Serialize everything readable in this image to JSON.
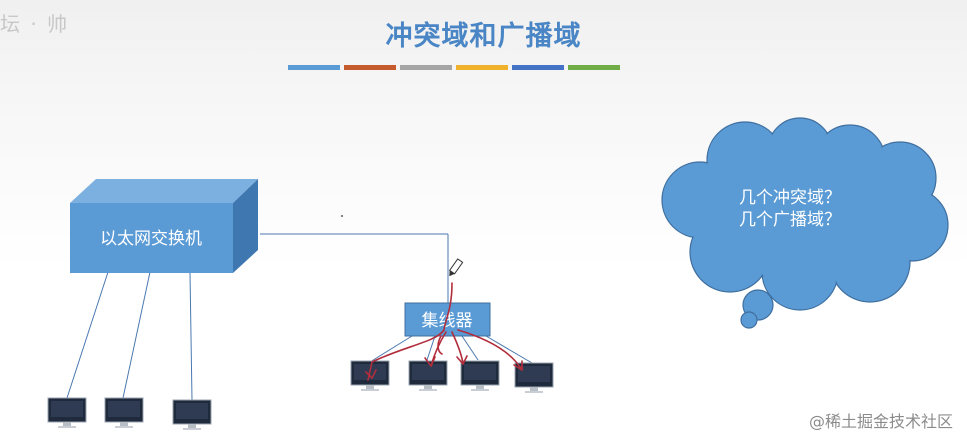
{
  "slide": {
    "title": "冲突域和广播域",
    "watermark_top_left": "坛 · 帅",
    "watermark_bottom_right": "@稀土掘金技术社区",
    "accent_colors": [
      "#5b9bd5",
      "#c55a2c",
      "#a5a5a5",
      "#f0b22a",
      "#4472c4",
      "#70ad47"
    ]
  },
  "diagram": {
    "switch_label": "以太网交换机",
    "hub_label": "集线器",
    "cloud_lines": [
      "几个冲突域？",
      "几个广播域？"
    ],
    "switch_hosts": [
      "host-1",
      "host-2",
      "host-3"
    ],
    "hub_hosts": [
      "host-4",
      "host-5",
      "host-6",
      "host-7"
    ],
    "box_color": "#5b9bd5",
    "box_top_color": "#7cb0e0",
    "box_side_color": "#3f78b0",
    "pen_color": "#b22d3b"
  }
}
